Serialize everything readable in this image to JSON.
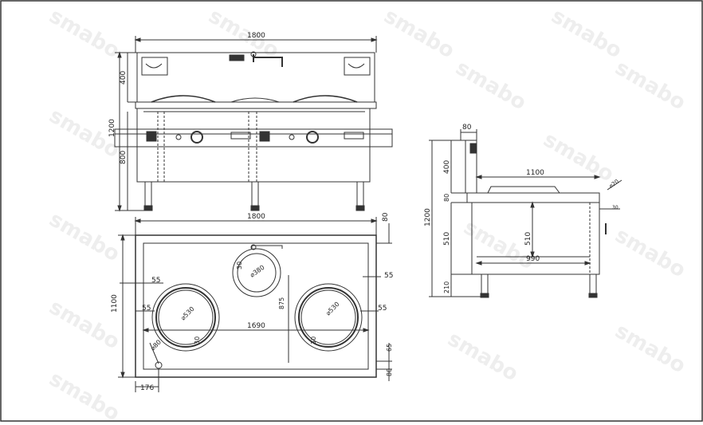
{
  "watermark": "smabo",
  "front_view": {
    "width": "1800",
    "total_height": "1200",
    "splash_height": "400",
    "body_height": "800"
  },
  "top_view": {
    "width": "1800",
    "depth": "1100",
    "top_offset": "80",
    "bottom_offset_a": "65",
    "bottom_offset_b": "80",
    "left_offset": "176",
    "side_margin_left_1": "55",
    "side_margin_left_2": "55",
    "side_margin_right_1": "55",
    "side_margin_right_2": "55",
    "inner_width": "1690",
    "burner_depth": "875",
    "ring_small": "30",
    "ring_left": "30",
    "ring_right": "30",
    "drain_dia": "⌀80",
    "small_hole_dia": "⌀380",
    "wok_left_dia": "⌀530",
    "wok_right_dia": "⌀530"
  },
  "side_view": {
    "top_80": "80",
    "splash_400": "400",
    "depth_1100": "1100",
    "rim_80": "80",
    "total_1200": "1200",
    "drawer_510": "510",
    "tank_510": "510",
    "inner_990": "990",
    "leg_210": "210",
    "trough_dia": "⌀20",
    "edge_30": "30"
  }
}
